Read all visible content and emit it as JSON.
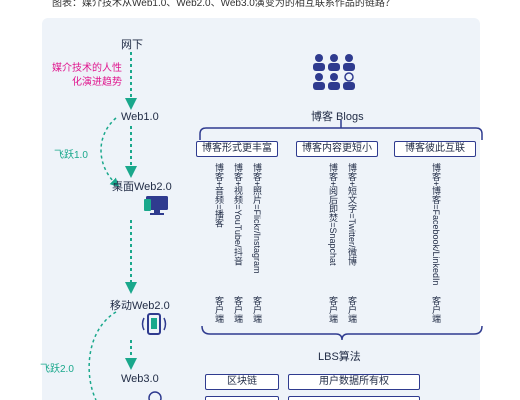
{
  "caption": "图表：媒介技术从Web1.0、Web2.0、Web3.0演变为的相互联系作品的链路？",
  "stages": {
    "offline": "网下",
    "web1": "Web1.0",
    "desktop": "桌面Web2.0",
    "mobile": "移动Web2.0",
    "web3": "Web3.0"
  },
  "trend_label": [
    "媒介技术的人性",
    "化演进趋势"
  ],
  "leaps": {
    "leap1": "飞跃1.0",
    "leap2": "飞跃2.0"
  },
  "blogs_title": "博客 Blogs",
  "categories": [
    "博客形式更丰富",
    "博客内容更短小",
    "博客彼此互联"
  ],
  "blog_types": [
    "博客+音频=播客",
    "博客+视频=YouTube/抖音",
    "博客+照片=Flickr/Instagram",
    "博客+阅后即焚=Snapchat",
    "博客+短文字=Twitter/微博",
    "博客+博客=Facebook/LinkedIn"
  ],
  "client_label": "客户端",
  "lbs": "LBS算法",
  "bottom_boxes": [
    "区块链",
    "用户数据所有权"
  ],
  "colors": {
    "navy": "#2f3b8f",
    "teal": "#1aa88c",
    "pink": "#e0188f",
    "panel": "#eef3f9"
  }
}
